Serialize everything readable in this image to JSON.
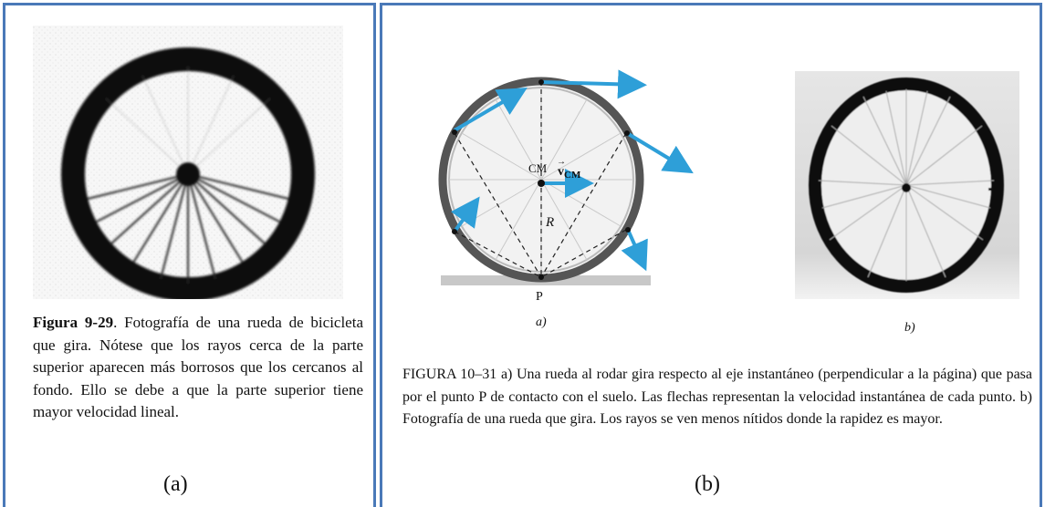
{
  "panel_a": {
    "caption_bold": "Figura 9-29",
    "caption_rest": ". Fotografía de una rueda de bicicleta que gira. Nótese que los rayos cerca de la parte superior aparecen más borrosos que los cercanos al fondo. Ello se debe a que la parte superior tiene mayor velocidad lineal.",
    "label": "(a)"
  },
  "panel_b": {
    "diagram": {
      "cm_label": "CM",
      "velocity_label": "v",
      "velocity_subscript": "CM",
      "radius_label": "R",
      "contact_label": "P",
      "sublabel": "a)"
    },
    "photo_sublabel": "b)",
    "caption": "FIGURA 10–31 a) Una rueda al rodar gira respecto al eje instantáneo (perpendicular a la página) que pasa por el punto P de contacto con el suelo. Las flechas representan la velocidad instantánea de cada punto. b) Fotografía de una rueda que gira. Los rayos se ven menos nítidos donde la rapidez es mayor.",
    "label": "(b)"
  },
  "colors": {
    "border": "#4a79b8",
    "arrow": "#2e9fd8"
  }
}
